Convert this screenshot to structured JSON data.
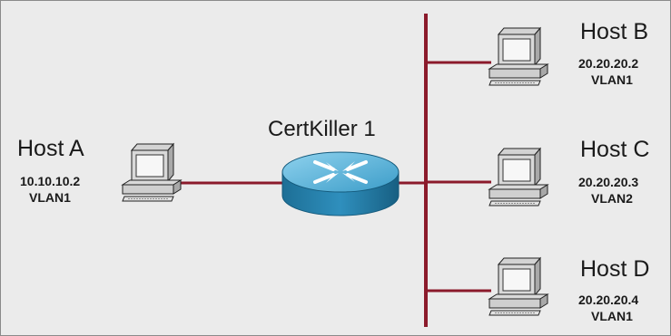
{
  "router": {
    "name": "CertKiller 1"
  },
  "hosts": [
    {
      "id": "a",
      "name": "Host A",
      "ip": "10.10.10.2",
      "vlan": "VLAN1"
    },
    {
      "id": "b",
      "name": "Host B",
      "ip": "20.20.20.2",
      "vlan": "VLAN1"
    },
    {
      "id": "c",
      "name": "Host C",
      "ip": "20.20.20.3",
      "vlan": "VLAN2"
    },
    {
      "id": "d",
      "name": "Host D",
      "ip": "20.20.20.4",
      "vlan": "VLAN1"
    }
  ],
  "colors": {
    "background": "#ebebeb",
    "link": "#8b1a2b",
    "router": "#2e9ac7"
  },
  "icons": [
    "workstation-icon",
    "router-icon"
  ]
}
